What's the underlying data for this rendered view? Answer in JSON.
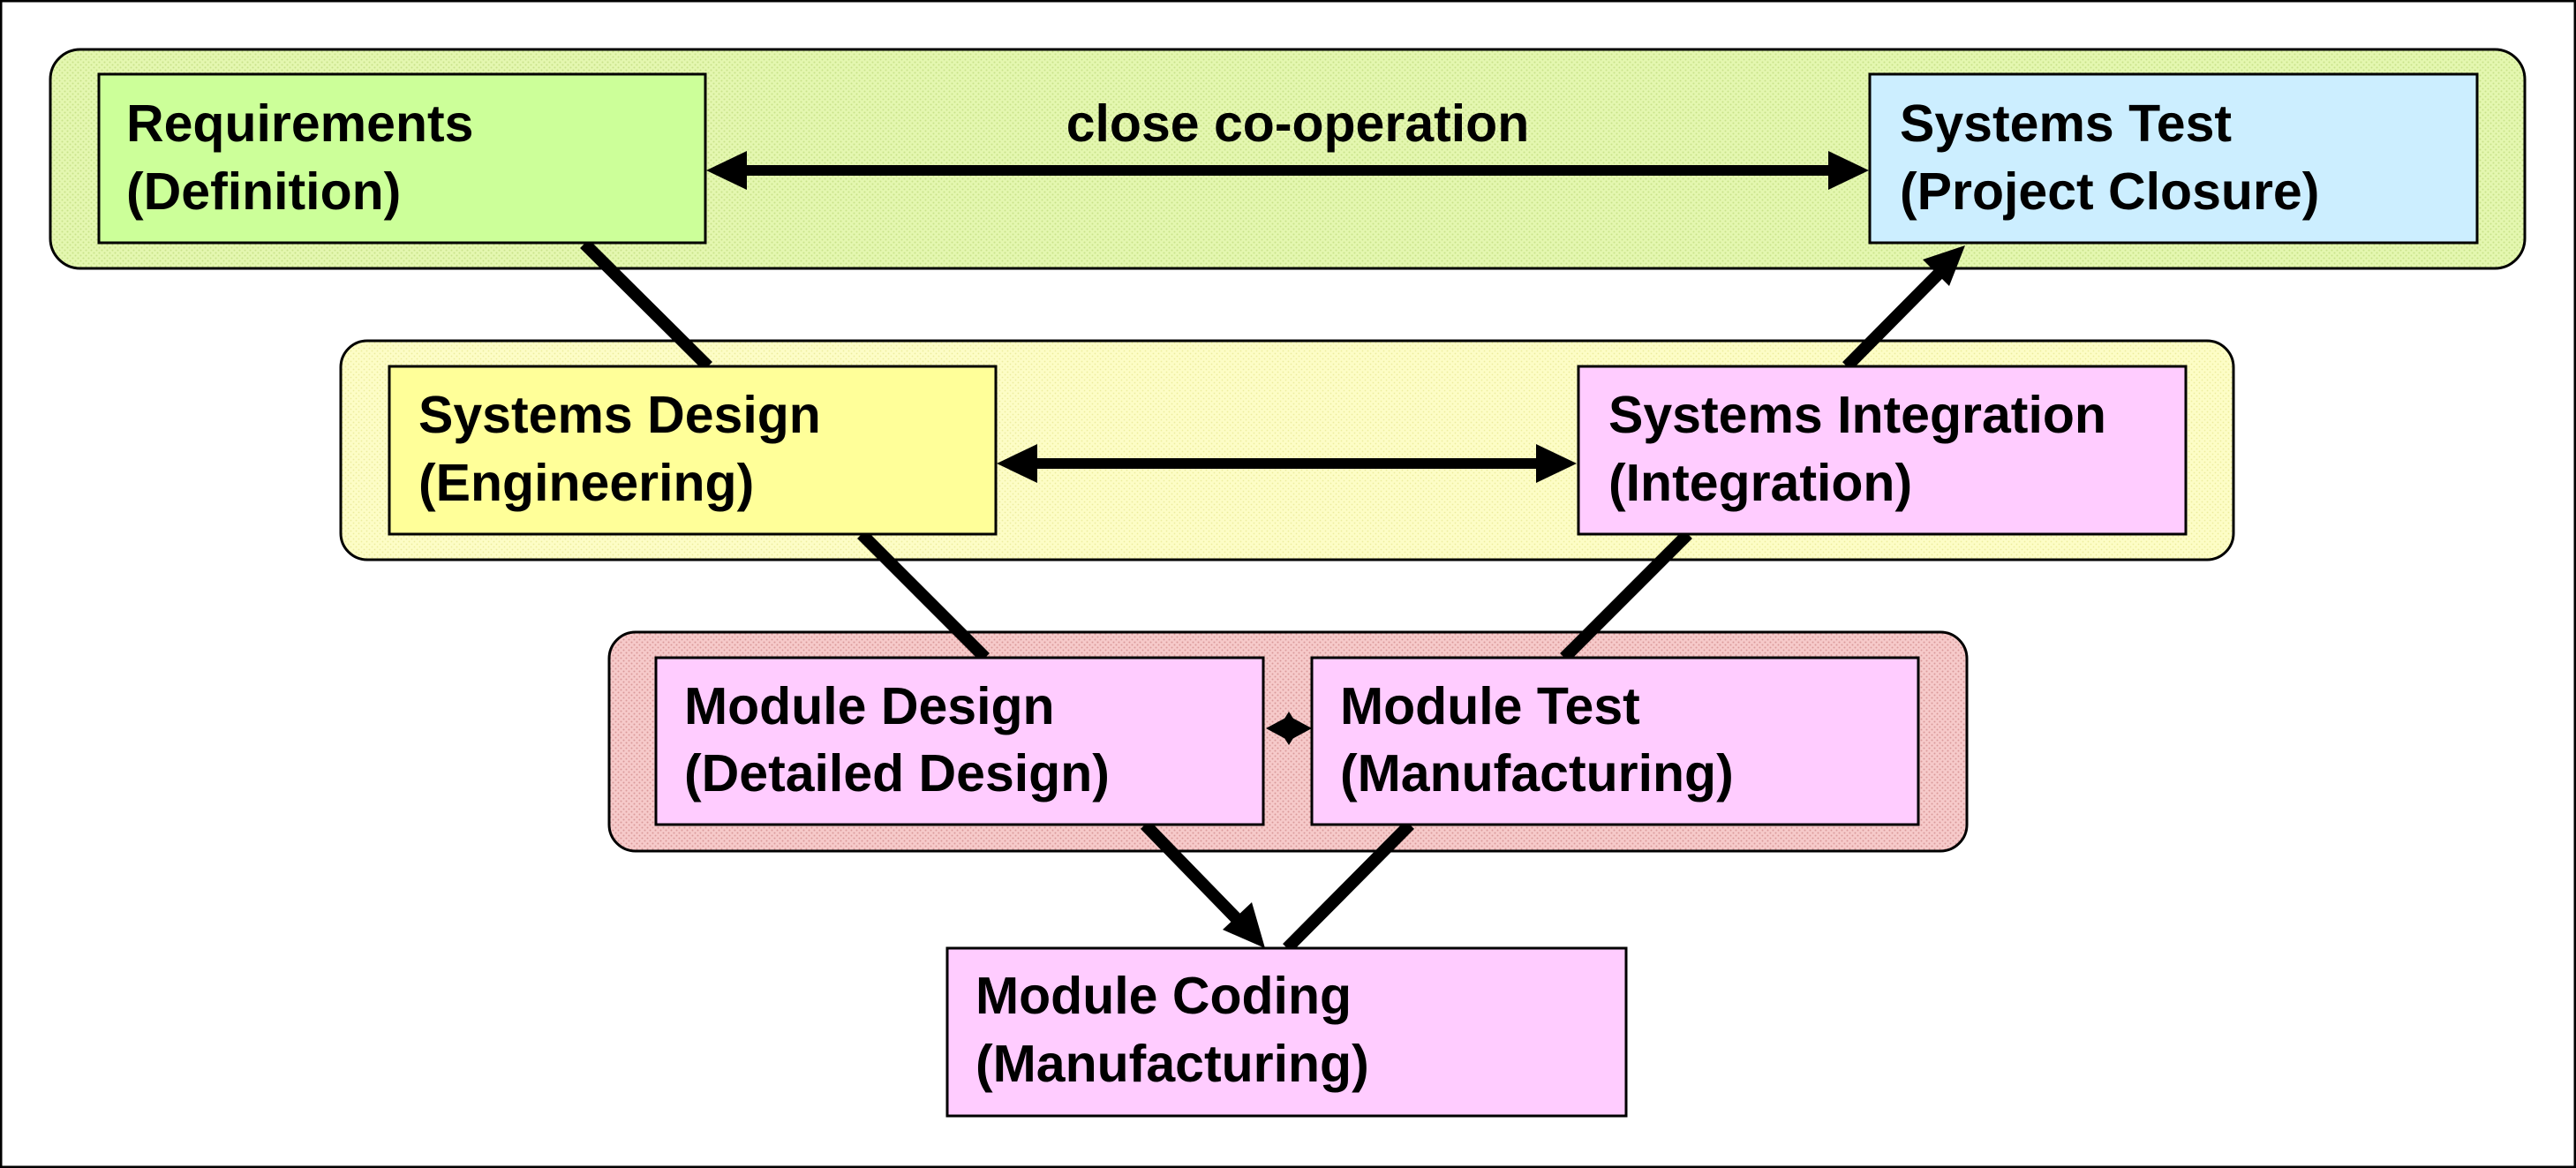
{
  "boxes": {
    "requirements": {
      "line1": "Requirements",
      "line2": "(Definition)",
      "fill": "#ccff99"
    },
    "systems_test": {
      "line1": "Systems Test",
      "line2": "(Project Closure)",
      "fill": "#cceeff"
    },
    "systems_design": {
      "line1": "Systems Design",
      "line2": "(Engineering)",
      "fill": "#ffff99"
    },
    "systems_integration": {
      "line1": "Systems Integration",
      "line2": "(Integration)",
      "fill": "#ffccff"
    },
    "module_design": {
      "line1": "Module Design",
      "line2": "(Detailed Design)",
      "fill": "#ffccff"
    },
    "module_test": {
      "line1": "Module Test",
      "line2": "(Manufacturing)",
      "fill": "#ffccff"
    },
    "module_coding": {
      "line1": "Module Coding",
      "line2": "(Manufacturing)",
      "fill": "#ffccff"
    }
  },
  "bands": {
    "top": {
      "fill": "#e8f8b8"
    },
    "middle": {
      "fill": "#fdfdc8"
    },
    "lower": {
      "fill": "#f8c8c8"
    }
  },
  "labels": {
    "close_cooperation": "close co-operation"
  }
}
